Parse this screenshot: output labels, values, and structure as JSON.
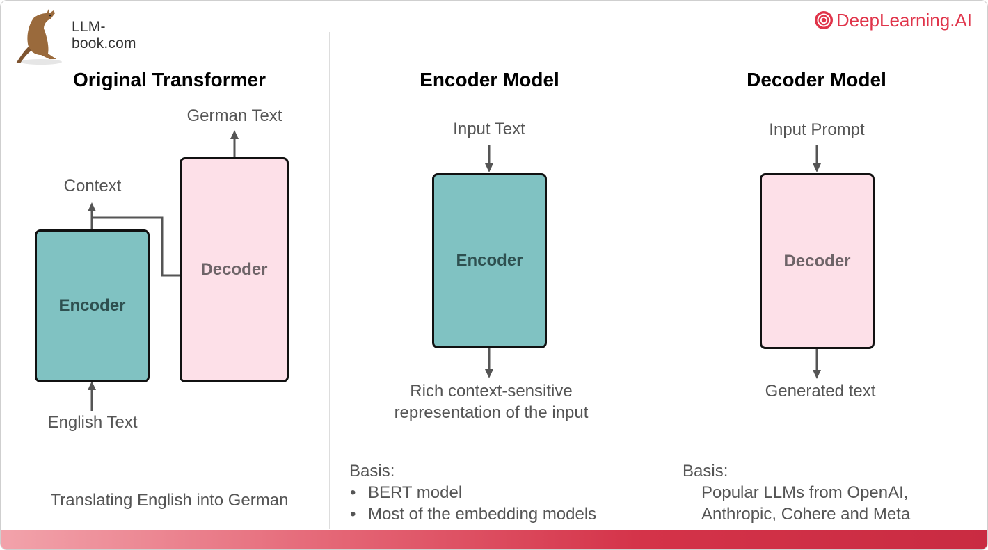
{
  "branding": {
    "left_logo_text": "LLM-book.com",
    "right_logo_text": "DeepLearning.AI",
    "accent_color": "#e0344a"
  },
  "columns": {
    "original": {
      "title": "Original Transformer",
      "encoder_label": "Encoder",
      "decoder_label": "Decoder",
      "context_label": "Context",
      "output_label": "German Text",
      "input_label": "English Text",
      "caption": "Translating English into German"
    },
    "encoder": {
      "title": "Encoder Model",
      "input_label": "Input Text",
      "box_label": "Encoder",
      "output_line1": "Rich context-sensitive",
      "output_line2": "representation of the input",
      "basis_label": "Basis:",
      "basis_items": [
        "BERT model",
        "Most of the embedding models"
      ]
    },
    "decoder": {
      "title": "Decoder Model",
      "input_label": "Input Prompt",
      "box_label": "Decoder",
      "output_label": "Generated text",
      "basis_label": "Basis:",
      "basis_line1": "Popular LLMs from OpenAI,",
      "basis_line2": "Anthropic, Cohere and Meta"
    }
  },
  "colors": {
    "encoder_fill": "#80c2c2",
    "decoder_fill": "#fde0e8",
    "arrow": "#555555"
  }
}
